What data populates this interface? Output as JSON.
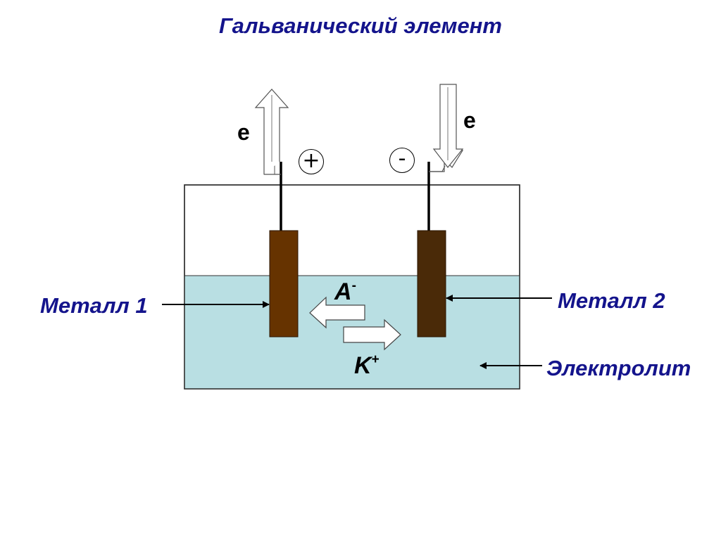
{
  "title": "Гальванический элемент",
  "labels": {
    "metal_1": "Металл 1",
    "metal_2": "Металл 2",
    "electrolyte": "Электролит"
  },
  "ions": {
    "anion_base": "A",
    "anion_charge": "-",
    "cation_base": "K",
    "cation_charge": "+"
  },
  "electrons": {
    "left": "e",
    "right": "e"
  },
  "terminals": {
    "positive": "+",
    "negative": "-"
  },
  "colors": {
    "title_text": "#14148c",
    "electrolyte": "#b9dfe3",
    "metal_1": "#663300",
    "metal_2": "#4a2a08",
    "vessel_border": "#333333"
  }
}
